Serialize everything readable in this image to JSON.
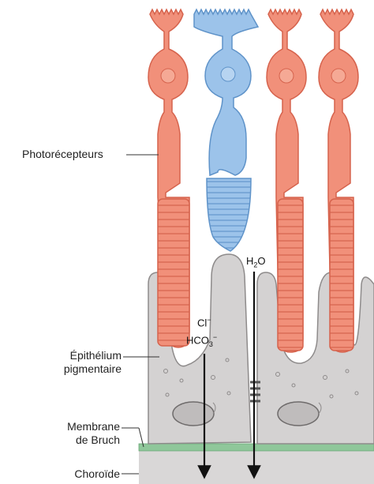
{
  "labels": {
    "photoreceptors": "Photorécepteurs",
    "epithelium_line1": "Épithélium",
    "epithelium_line2": "pigmentaire",
    "bruch_line1": "Membrane",
    "bruch_line2": "de Bruch",
    "choroid": "Choroïde"
  },
  "ions": {
    "chloride": "Cl",
    "chloride_charge": "−",
    "bicarbonate": "HCO",
    "bicarbonate_sub": "3",
    "bicarbonate_charge": "−",
    "water_h": "H",
    "water_sub": "2",
    "water_o": "O"
  },
  "colors": {
    "rod": "#f1907a",
    "rod_stroke": "#d6634d",
    "cone": "#9cc3ea",
    "cone_stroke": "#5f93c9",
    "rpe": "#d4d2d2",
    "rpe_stroke": "#8e8b8b",
    "bruch": "#8fc79a",
    "choroid": "#d9d7d7",
    "arrow": "#111111"
  }
}
